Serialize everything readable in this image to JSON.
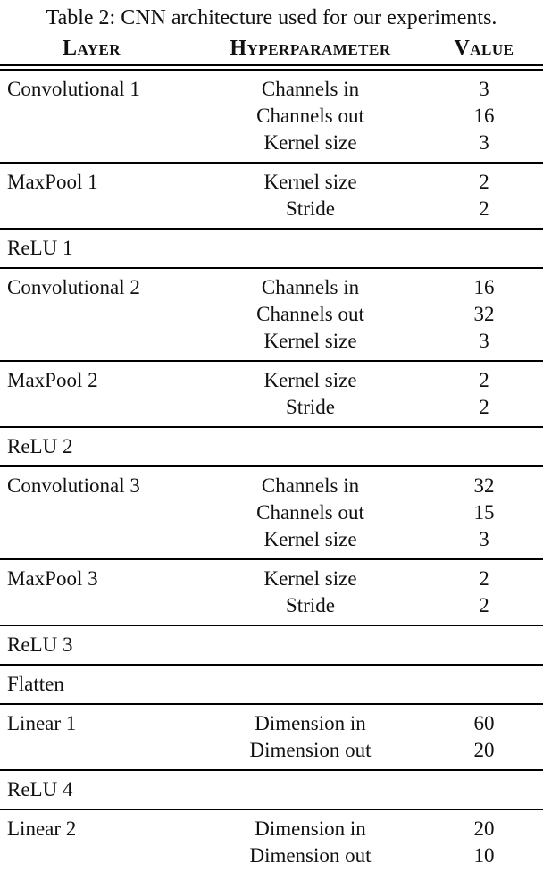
{
  "caption": "Table 2: CNN architecture used for our experiments.",
  "table": {
    "headers": {
      "layer": "Layer",
      "hyperparameter": "Hyperparameter",
      "value": "Value"
    },
    "text_color": "#111111",
    "rule_color": "#000000",
    "sections": [
      {
        "layer": "Convolutional 1",
        "rows": [
          {
            "hyperparameter": "Channels in",
            "value": "3"
          },
          {
            "hyperparameter": "Channels out",
            "value": "16"
          },
          {
            "hyperparameter": "Kernel size",
            "value": "3"
          }
        ]
      },
      {
        "layer": "MaxPool 1",
        "rows": [
          {
            "hyperparameter": "Kernel size",
            "value": "2"
          },
          {
            "hyperparameter": "Stride",
            "value": "2"
          }
        ]
      },
      {
        "layer": "ReLU 1",
        "rows": []
      },
      {
        "layer": "Convolutional 2",
        "rows": [
          {
            "hyperparameter": "Channels in",
            "value": "16"
          },
          {
            "hyperparameter": "Channels out",
            "value": "32"
          },
          {
            "hyperparameter": "Kernel size",
            "value": "3"
          }
        ]
      },
      {
        "layer": "MaxPool 2",
        "rows": [
          {
            "hyperparameter": "Kernel size",
            "value": "2"
          },
          {
            "hyperparameter": "Stride",
            "value": "2"
          }
        ]
      },
      {
        "layer": "ReLU 2",
        "rows": []
      },
      {
        "layer": "Convolutional 3",
        "rows": [
          {
            "hyperparameter": "Channels in",
            "value": "32"
          },
          {
            "hyperparameter": "Channels out",
            "value": "15"
          },
          {
            "hyperparameter": "Kernel size",
            "value": "3"
          }
        ]
      },
      {
        "layer": "MaxPool 3",
        "rows": [
          {
            "hyperparameter": "Kernel size",
            "value": "2"
          },
          {
            "hyperparameter": "Stride",
            "value": "2"
          }
        ]
      },
      {
        "layer": "ReLU 3",
        "rows": []
      },
      {
        "layer": "Flatten",
        "rows": []
      },
      {
        "layer": "Linear 1",
        "rows": [
          {
            "hyperparameter": "Dimension in",
            "value": "60"
          },
          {
            "hyperparameter": "Dimension out",
            "value": "20"
          }
        ]
      },
      {
        "layer": "ReLU 4",
        "rows": []
      },
      {
        "layer": "Linear 2",
        "rows": [
          {
            "hyperparameter": "Dimension in",
            "value": "20"
          },
          {
            "hyperparameter": "Dimension out",
            "value": "10"
          }
        ]
      }
    ]
  }
}
